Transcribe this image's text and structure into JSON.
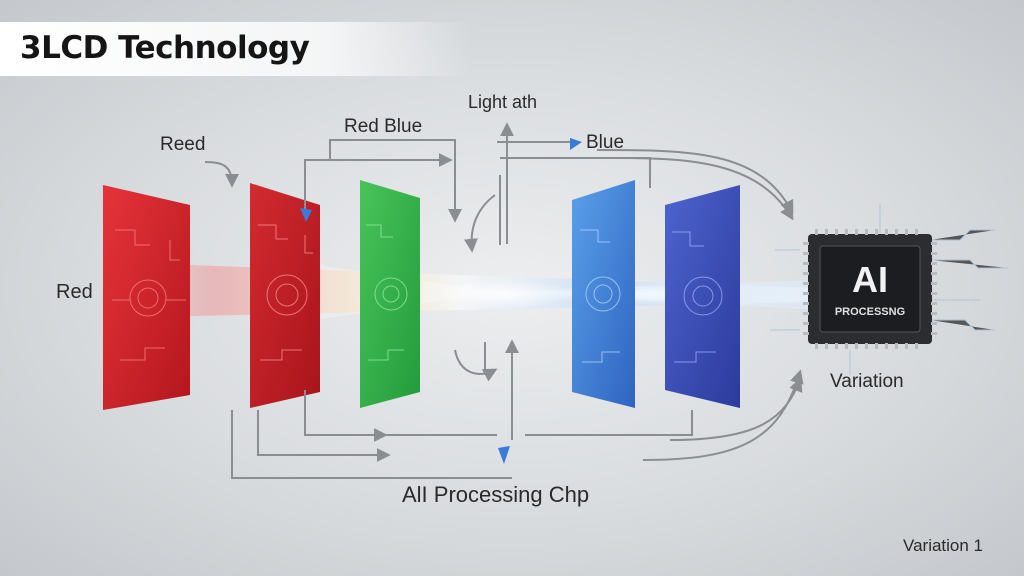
{
  "title": "3LCD Technology",
  "labels": {
    "light_path": "Light ath",
    "red_blue": "Red Blue",
    "reed": "Reed",
    "blue": "Blue",
    "red": "Red",
    "variation": "Variation",
    "processing_chip": "AlI Processing Chp",
    "variation_1": "Variation 1"
  },
  "chip": {
    "main": "AI",
    "sub": "PROCESSNG"
  },
  "colors": {
    "red_panel": "#d8262b",
    "red_panel_2": "#c21d24",
    "green_panel": "#35b24a",
    "blue_panel": "#3f7fd6",
    "indigo_panel": "#3d4fb8",
    "arrow": "#8a8d92",
    "accent_marker": "#3a7ad8"
  },
  "icons": [
    "cpu-chip-icon",
    "arrow-icon"
  ]
}
